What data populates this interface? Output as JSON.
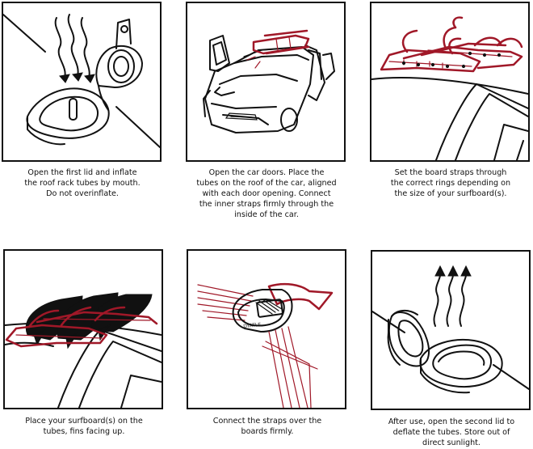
{
  "steps": [
    {
      "caption": [
        "Open the first lid and inflate",
        "the roof rack tubes by mouth.",
        "Do not overinflate."
      ],
      "illustration_icon": "inflate-valve-open-icon"
    },
    {
      "caption": [
        "Open the car doors. Place the",
        "tubes on the roof of the car, aligned",
        "with each door opening. Connect",
        "the inner straps firmly through the",
        "inside of the car."
      ],
      "illustration_icon": "car-open-doors-icon"
    },
    {
      "caption": [
        "Set the board straps through",
        "the correct rings depending on",
        "the size of your surfboard(s)."
      ],
      "illustration_icon": "roof-rack-straps-icon"
    },
    {
      "caption": [
        "Place your surfboard(s) on the",
        "tubes, fins facing up."
      ],
      "illustration_icon": "surfboards-on-roof-icon"
    },
    {
      "caption": [
        "Connect the straps over the",
        "boards firmly."
      ],
      "illustration_icon": "strap-buckle-icon"
    },
    {
      "caption": [
        "After use, open the second lid to",
        "deflate the tubes. Store out of",
        "direct sunlight."
      ],
      "illustration_icon": "deflate-valve-icon"
    }
  ],
  "buckle_text": "DYATLE",
  "colors": {
    "accent": "#a01828",
    "line": "#111111",
    "background": "#ffffff"
  }
}
